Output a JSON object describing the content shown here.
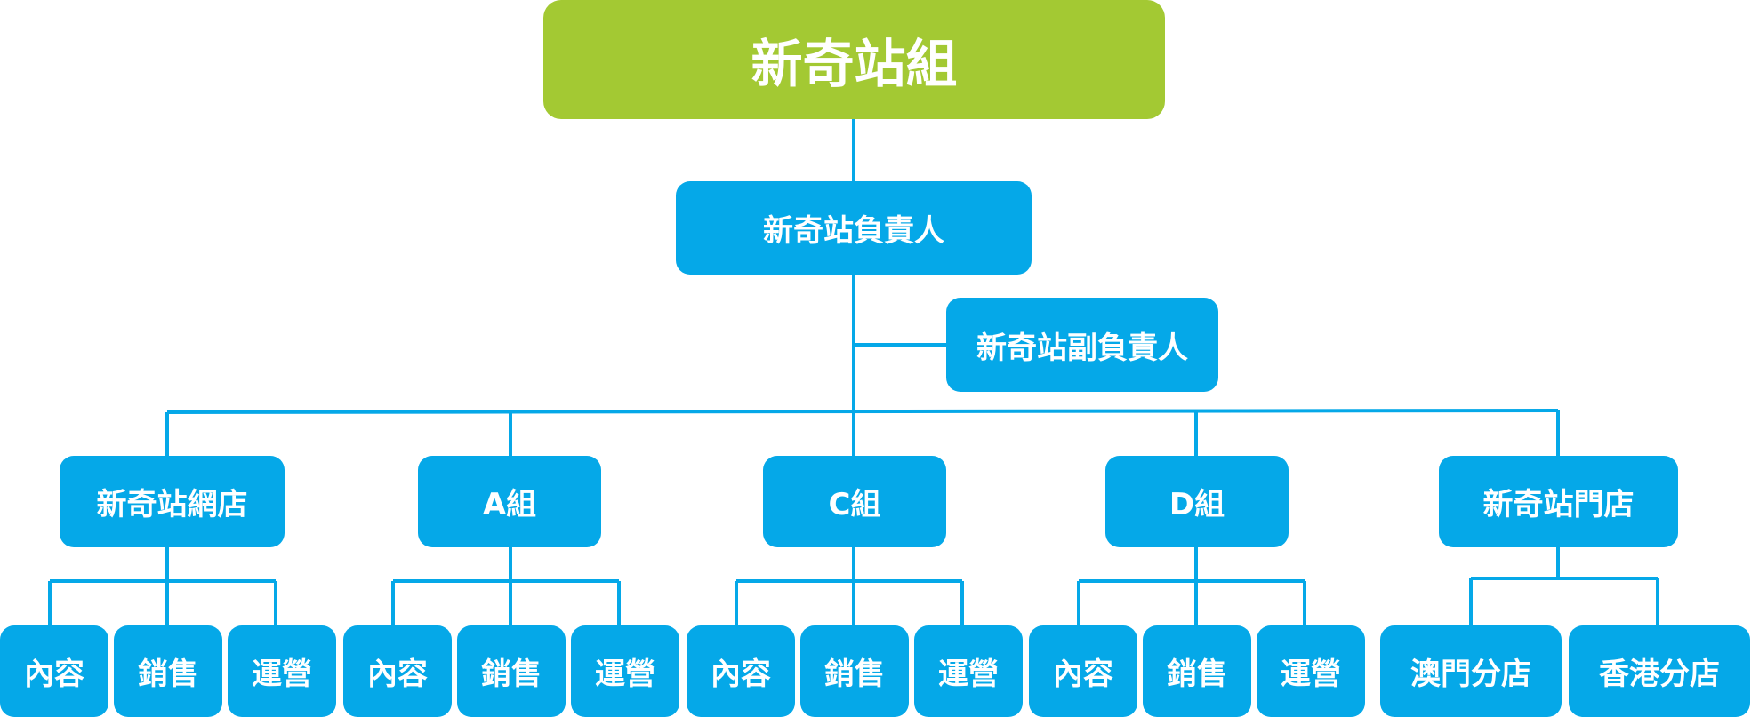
{
  "colors": {
    "root": "#a3c933",
    "node": "#05a8e8",
    "connector": "#05a8e8",
    "text": "#ffffff"
  },
  "org": {
    "root": "新奇站組",
    "head": "新奇站負責人",
    "deputy": "新奇站副負責人",
    "groups": [
      {
        "label": "新奇站網店",
        "children": [
          "內容",
          "銷售",
          "運營"
        ]
      },
      {
        "label": "A組",
        "children": [
          "內容",
          "銷售",
          "運營"
        ]
      },
      {
        "label": "C組",
        "children": [
          "內容",
          "銷售",
          "運營"
        ]
      },
      {
        "label": "D組",
        "children": [
          "內容",
          "銷售",
          "運營"
        ]
      },
      {
        "label": "新奇站門店",
        "children": [
          "澳門分店",
          "香港分店"
        ]
      }
    ]
  }
}
